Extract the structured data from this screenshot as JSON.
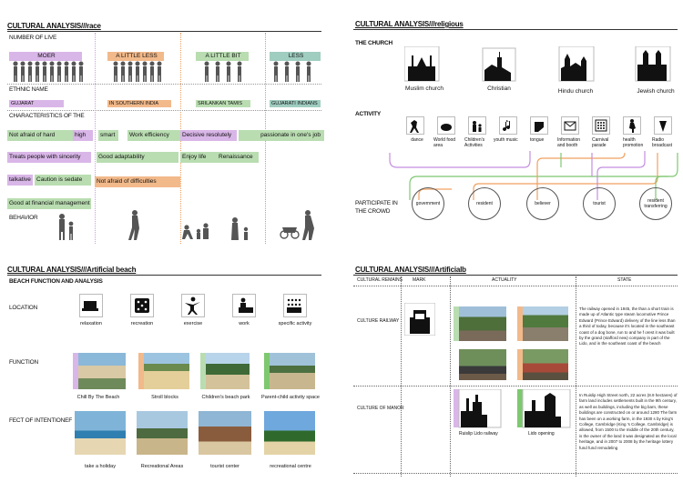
{
  "q1": {
    "title": "CULTURAL ANALYSIS///race",
    "number_label": "NUMBER OF LIVE",
    "groups": [
      "MOER",
      "A LITTLE LESS",
      "A LITTLE  BIT",
      "LESS"
    ],
    "ethnic_label": "ETHNIC NAME",
    "ethnic": [
      "GUJARAT",
      "IN SOUTHERN INDIA",
      "SRILANKAN TAMIS",
      "GUJARATI INDIANS"
    ],
    "char_label": "CHARACTERISTICS OF THE",
    "traits": {
      "c1": [
        "Not afraid of hard",
        "high",
        "Treats people with sincerity",
        "talkative",
        "Caution is sedate",
        "Good at financial management"
      ],
      "c2": [
        "smart",
        "Work efficiency",
        "Good adaptability",
        "Not afraid of difficulties"
      ],
      "c3": [
        "Decisive resolutely",
        "passionate in one's job",
        "Enjoy life",
        "Renaissance"
      ]
    },
    "behavior_label": "BEHAVIOR"
  },
  "q2": {
    "title": "CULTURAL ANALYSIS///religious",
    "church_label": "THE CHURCH",
    "churches": [
      "Muslim church",
      "Christian",
      "Hindu church",
      "Jewish church"
    ],
    "activity_label": "ACTIVITY",
    "activities": [
      "dance",
      "World food area",
      "Children's Activities",
      "youth music",
      "tongue",
      "Information and booth",
      "Carnival parade",
      "health promotion",
      "Radio broadcast"
    ],
    "participate_label": "PARTICIPATE IN THE CROWD",
    "crowd": [
      "government",
      "resident",
      "believer",
      "tourist",
      "resident transferring"
    ]
  },
  "q3": {
    "title": "CULTURAL ANALYSIS///Artificial beach",
    "subtitle": "BEACH FUNCTION AND ANALYSIS",
    "location_label": "LOCATION",
    "locations": [
      "relaxation",
      "recreation",
      "exercise",
      "work",
      "specific activity"
    ],
    "function_label": "FUNCTION",
    "functions": [
      "Chill By The Beach",
      "Stroll blocks",
      "Children's beach park",
      "Parent-child activity space"
    ],
    "effect_label": "FECT OF INTENTIONEF",
    "effects": [
      "take a holiday",
      "Recreational Areas",
      "tourist center",
      "recreational centre"
    ]
  },
  "q4": {
    "title": "CULTURAL ANALYSIS///Artificialb",
    "headers": [
      "CULTURAL REMAINS",
      "MARK",
      "ACTUALITY",
      "STATE"
    ],
    "rows": [
      {
        "name": "CULTURE RAILWAY",
        "captions": [
          "",
          ""
        ],
        "state": "The railway opened in 1945, the than a short train is made up of Atlantic type steam locomotive Prince Edward (Prince Edward) delivery of the line less than a third of today, because it's located in the southeast coast of a dog bone, run to and he f orest it was built by the grand (stafford new) company in part of the Lido, and in the southeast coast of the beach"
      },
      {
        "name": "CULTURE OF MANOR",
        "captions": [
          "Ruislip Lido railway",
          "Lido opening"
        ],
        "state": "In Ruislip High Street north, 22 acres (8.9 hectares) of farm land includes settlements built in the 9th century, as well as buildings, including the big barn, these buildings are constructed on or around 1280 The farm has been on a working farm, in the 1930 s by King's College, Cambridge (King 's College, Cambridge) is allowed, from 1500 to the middle of the 20th century, is the owner of the land it was designated as the local heritage, and in 2007 to 2008 by the heritage lottery fund fund remodeling"
      }
    ]
  },
  "colors": {
    "purple": "#d9b6e8",
    "orange": "#f2b98a",
    "green": "#b9ddb1",
    "teal": "#9fcdc0",
    "lime": "#a8d87f",
    "line_purple": "#c48ee0",
    "line_orange": "#f0a060",
    "line_green": "#7ec870"
  }
}
